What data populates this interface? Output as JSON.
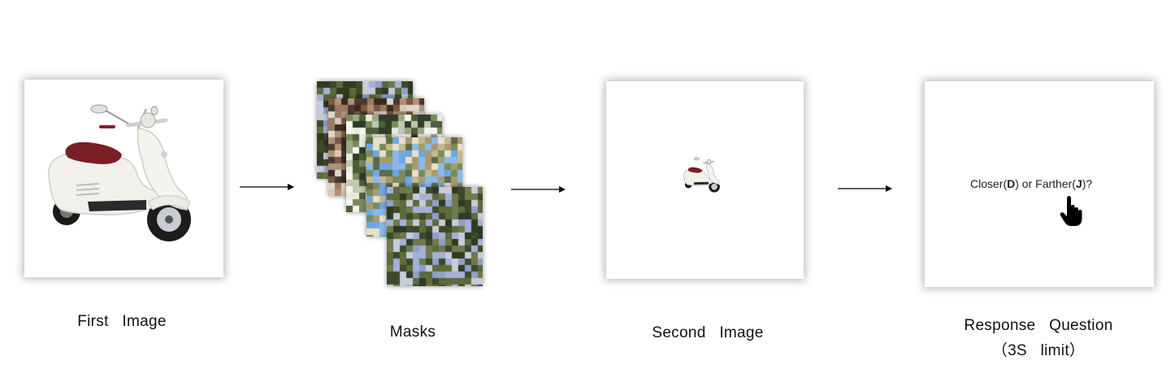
{
  "captions": {
    "first": "First   Image",
    "masks": "Masks",
    "second": "Second   Image",
    "response_line1": "Response   Question",
    "response_line2": "（3S   limit）"
  },
  "question": {
    "prefix": "Closer(",
    "key1": "D",
    "middle": ") or Farther(",
    "key2": "J",
    "suffix": ")?"
  },
  "icons": {
    "scooter_large": "scooter-image",
    "scooter_small": "scooter-image-small",
    "pointer": "hand-pointer-icon"
  },
  "mask_palettes": [
    [
      "#3d4a2a",
      "#5b6b3a",
      "#8fa0c8",
      "#2e3a22",
      "#a4b0d6",
      "#6f7a4c",
      "#c8cbd8"
    ],
    [
      "#4a3a2e",
      "#7a5a44",
      "#b09078",
      "#3a2c22",
      "#d8c8b8",
      "#9a7a62",
      "#e0d6cc"
    ],
    [
      "#2f3d2a",
      "#7a8a5a",
      "#e8ece0",
      "#c0c8b0",
      "#4e5e3a",
      "#9aa884",
      "#f4f4ee"
    ],
    [
      "#6fa8e0",
      "#8ab8e8",
      "#c4b890",
      "#a89a6e",
      "#5e6a48",
      "#e8e0c8",
      "#7a8a5c"
    ]
  ]
}
